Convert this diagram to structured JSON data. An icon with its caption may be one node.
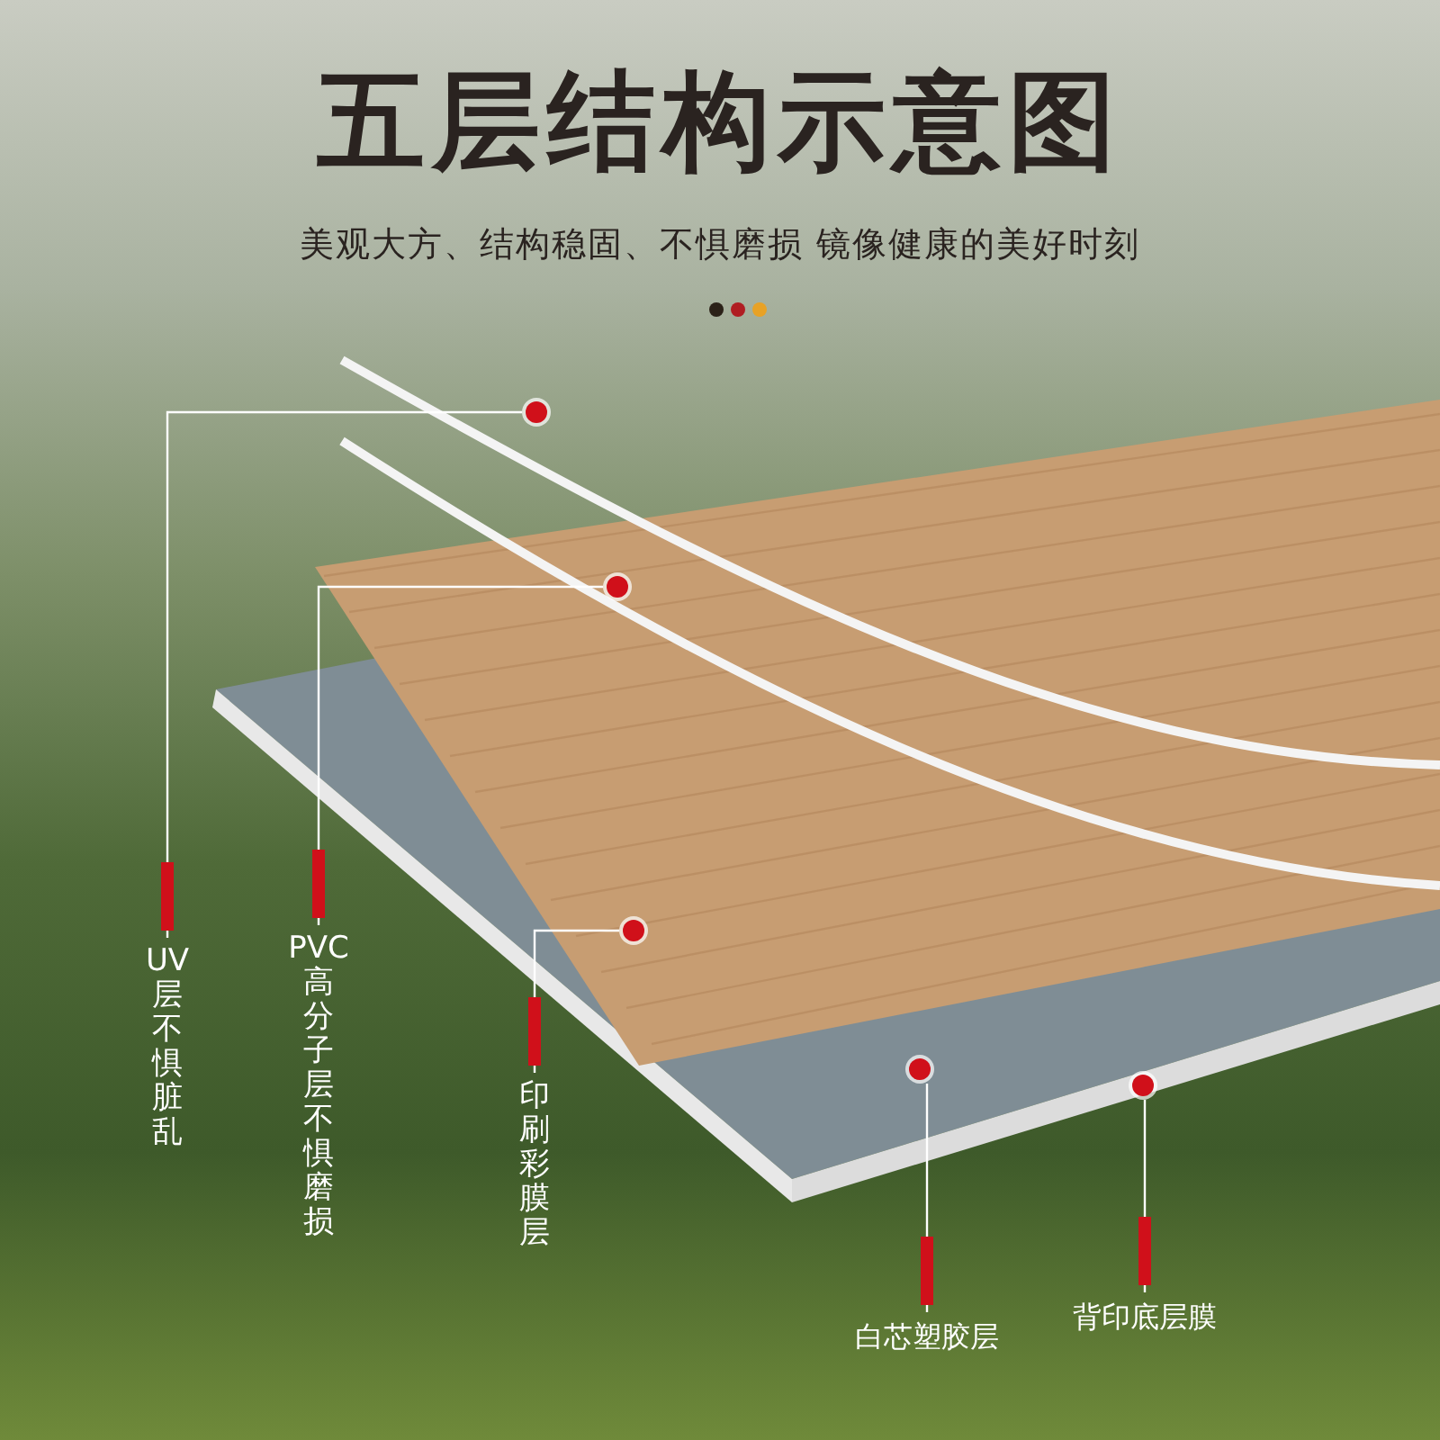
{
  "diagram": {
    "title": "五层结构示意图",
    "nodes": [
      {
        "text": [
          "UV层不惧脏乱"
        ]
      },
      {
        "text": [
          "PVC高分子层不惧磨损"
        ]
      },
      {
        "text": [
          "印刷彩膜层"
        ]
      },
      {
        "text": [
          "白芯塑胶层"
        ]
      },
      {
        "text": [
          "背印底层膜"
        ]
      },
      {
        "text": [],
        "shape": "circle"
      },
      {
        "text": [],
        "shape": "circle"
      },
      {
        "text": [],
        "shape": "circle"
      },
      {
        "text": [],
        "shape": "circle"
      },
      {
        "text": [],
        "shape": "circle"
      }
    ],
    "edges": [
      {
        "from": 0,
        "to": 5,
        "arrow": "none"
      },
      {
        "from": 1,
        "to": 6,
        "arrow": "none"
      },
      {
        "from": 2,
        "to": 7,
        "arrow": "none"
      },
      {
        "from": 3,
        "to": 8,
        "arrow": "none"
      },
      {
        "from": 4,
        "to": 9,
        "arrow": "none"
      }
    ],
    "labels": [
      "美观大方、结构稳固、不惧磨损 镜像健康的美好时刻"
    ]
  }
}
